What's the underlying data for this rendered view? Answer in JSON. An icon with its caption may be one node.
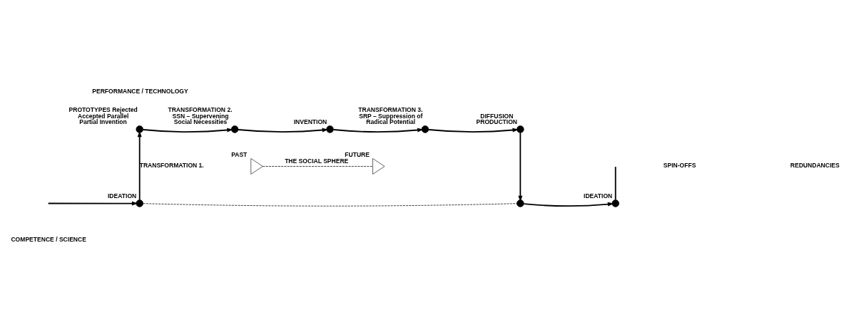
{
  "diagram": {
    "nodes": [
      {
        "text": [],
        "shape": "circle",
        "beside": [
          "IDEATION"
        ]
      },
      {
        "text": [],
        "shape": "circle",
        "beside": [
          "PROTOTYPES Rejected Accepted Parallel Partial Invention"
        ]
      },
      {
        "text": [],
        "shape": "circle",
        "beside": [
          "TRANSFORMATION 2.",
          "SSN – Supervening Social Necessities"
        ]
      },
      {
        "text": [],
        "shape": "circle",
        "beside": [
          "INVENTION"
        ]
      },
      {
        "text": [],
        "shape": "circle",
        "beside": [
          "TRANSFORMATION 3.",
          "SRP – Suppression of Radical Potential"
        ]
      },
      {
        "text": [],
        "shape": "circle",
        "beside": [
          "DIFFUSION",
          "PRODUCTION"
        ]
      },
      {
        "text": [],
        "shape": "circle"
      },
      {
        "text": [],
        "shape": "circle",
        "beside": [
          "IDEATION"
        ]
      },
      {
        "text": [],
        "shape": "triangle",
        "beside": [
          "PAST"
        ]
      },
      {
        "text": [],
        "shape": "triangle",
        "beside": [
          "FUTURE"
        ]
      }
    ],
    "edges": [
      {
        "from": null,
        "to": 0,
        "arrow": "to"
      },
      {
        "from": 0,
        "to": 1,
        "arrow": "to",
        "label": "TRANSFORMATION 1."
      },
      {
        "from": 1,
        "to": 2,
        "arrow": "to"
      },
      {
        "from": 2,
        "to": 3,
        "arrow": "to"
      },
      {
        "from": 3,
        "to": 4,
        "arrow": "to"
      },
      {
        "from": 4,
        "to": 5,
        "arrow": "to"
      },
      {
        "from": 5,
        "to": 6,
        "arrow": "to"
      },
      {
        "from": 6,
        "to": 7,
        "arrow": "to"
      },
      {
        "from": 7,
        "to": null,
        "arrow": "none"
      },
      {
        "from": 0,
        "to": 6,
        "arrow": "none",
        "style": "dashed"
      },
      {
        "from": 8,
        "to": 9,
        "arrow": "none",
        "style": "dashed",
        "label": "THE SOCIAL SPHERE"
      }
    ],
    "labels": [
      "PERFORMANCE / TECHNOLOGY",
      "SPIN-OFFS",
      "REDUNDANCIES",
      "COMPETENCE / SCIENCE"
    ]
  }
}
